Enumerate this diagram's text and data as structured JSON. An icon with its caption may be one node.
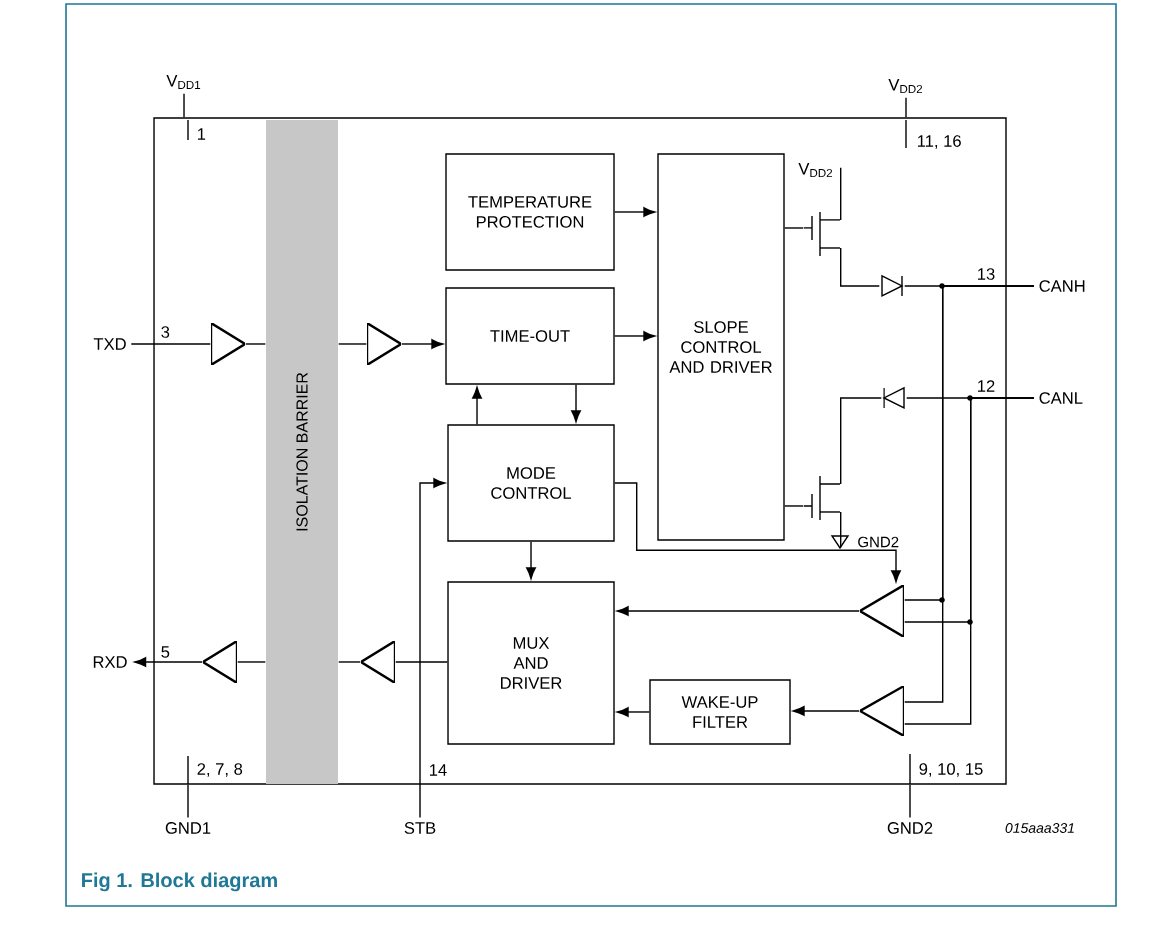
{
  "diagram": {
    "caption": "Fig 1. Block diagram",
    "nodes": [
      {
        "text": [],
        "shape": "box"
      },
      {
        "text": [
          "ISOLATION BARRIER"
        ],
        "in": 0
      },
      {
        "text": [
          "TEMPERATURE PROTECTION"
        ],
        "in": 0
      },
      {
        "text": [
          "TIME-OUT"
        ],
        "in": 0
      },
      {
        "text": [
          "MODE CONTROL"
        ],
        "in": 0
      },
      {
        "text": [
          "MUX AND DRIVER"
        ],
        "in": 0
      },
      {
        "text": [
          "SLOPE CONTROL AND DRIVER"
        ],
        "in": 0
      },
      {
        "text": [
          "WAKE-UP FILTER"
        ],
        "in": 0
      },
      {
        "text": [],
        "shape": "triangle",
        "in": 0
      },
      {
        "text": [],
        "shape": "triangle",
        "in": 0
      },
      {
        "text": [],
        "shape": "triangle",
        "in": 0
      },
      {
        "text": [],
        "shape": "triangle",
        "in": 0
      },
      {
        "text": [],
        "shape": "triangle",
        "in": 0
      },
      {
        "text": [],
        "shape": "triangle",
        "in": 0
      },
      {
        "text": [
          "V$_{DD1}$"
        ]
      },
      {
        "text": [
          "TXD"
        ]
      },
      {
        "text": [
          "RXD"
        ]
      },
      {
        "text": [
          "GND1"
        ]
      },
      {
        "text": [
          "STB"
        ]
      },
      {
        "text": [
          "GND2"
        ]
      },
      {
        "text": [
          "V$_{DD2}$"
        ]
      },
      {
        "text": [],
        "shape": "transistor",
        "in": 0
      },
      {
        "text": [],
        "shape": "transistor",
        "in": 0
      },
      {
        "text": [],
        "shape": "diode",
        "in": 0
      },
      {
        "text": [],
        "shape": "diode",
        "in": 0
      },
      {
        "text": [
          "CANH"
        ]
      },
      {
        "text": [
          "CANL"
        ]
      },
      {
        "text": [
          "V$_{DD2}$"
        ],
        "in": 0
      },
      {
        "text": [],
        "shape": "ground",
        "in": 0,
        "beside": [
          "GND2"
        ]
      }
    ],
    "edges": [
      {
        "from": 15,
        "to": 8,
        "arrow": "none"
      },
      {
        "from": 8,
        "to": 1,
        "arrow": "none"
      },
      {
        "from": 1,
        "to": 9,
        "arrow": "none"
      },
      {
        "from": 9,
        "to": 3,
        "arrow": "to"
      },
      {
        "from": 2,
        "to": 6,
        "arrow": "to"
      },
      {
        "from": 3,
        "to": 6,
        "arrow": "to"
      },
      {
        "from": 4,
        "to": 3,
        "arrow": "to"
      },
      {
        "from": 3,
        "to": 4,
        "arrow": "to"
      },
      {
        "from": 18,
        "to": 4,
        "arrow": "to"
      },
      {
        "from": 4,
        "to": 5,
        "arrow": "to"
      },
      {
        "from": 4,
        "to": 12,
        "arrow": "to"
      },
      {
        "from": 12,
        "to": 5,
        "arrow": "to"
      },
      {
        "from": 13,
        "to": 7,
        "arrow": "to"
      },
      {
        "from": 7,
        "to": 5,
        "arrow": "to"
      },
      {
        "from": 5,
        "to": 10,
        "arrow": "none"
      },
      {
        "from": 10,
        "to": 1,
        "arrow": "none"
      },
      {
        "from": 1,
        "to": 11,
        "arrow": "none"
      },
      {
        "from": 11,
        "to": 16,
        "arrow": "to"
      },
      {
        "from": 14,
        "to": 0,
        "arrow": "none"
      },
      {
        "from": 17,
        "to": 0,
        "arrow": "none"
      },
      {
        "from": 19,
        "to": 0,
        "arrow": "none"
      },
      {
        "from": 20,
        "to": 0,
        "arrow": "none"
      },
      {
        "from": 6,
        "to": 21,
        "arrow": "none"
      },
      {
        "from": 21,
        "to": 27,
        "arrow": "none"
      },
      {
        "from": 21,
        "to": 23,
        "arrow": "none"
      },
      {
        "from": 23,
        "to": 25,
        "arrow": "none"
      },
      {
        "from": 6,
        "to": 22,
        "arrow": "none"
      },
      {
        "from": 22,
        "to": 24,
        "arrow": "none"
      },
      {
        "from": 24,
        "to": 26,
        "arrow": "none"
      },
      {
        "from": 22,
        "to": 28,
        "arrow": "none"
      },
      {
        "from": 25,
        "to": 12,
        "arrow": "none"
      },
      {
        "from": 25,
        "to": 13,
        "arrow": "none"
      },
      {
        "from": 26,
        "to": 12,
        "arrow": "none"
      },
      {
        "from": 26,
        "to": 13,
        "arrow": "none"
      }
    ],
    "labels": [
      "1",
      "11, 16",
      "13",
      "3",
      "12",
      "5",
      "2, 7, 8",
      "14",
      "9, 10, 15",
      "015aaa331"
    ]
  }
}
